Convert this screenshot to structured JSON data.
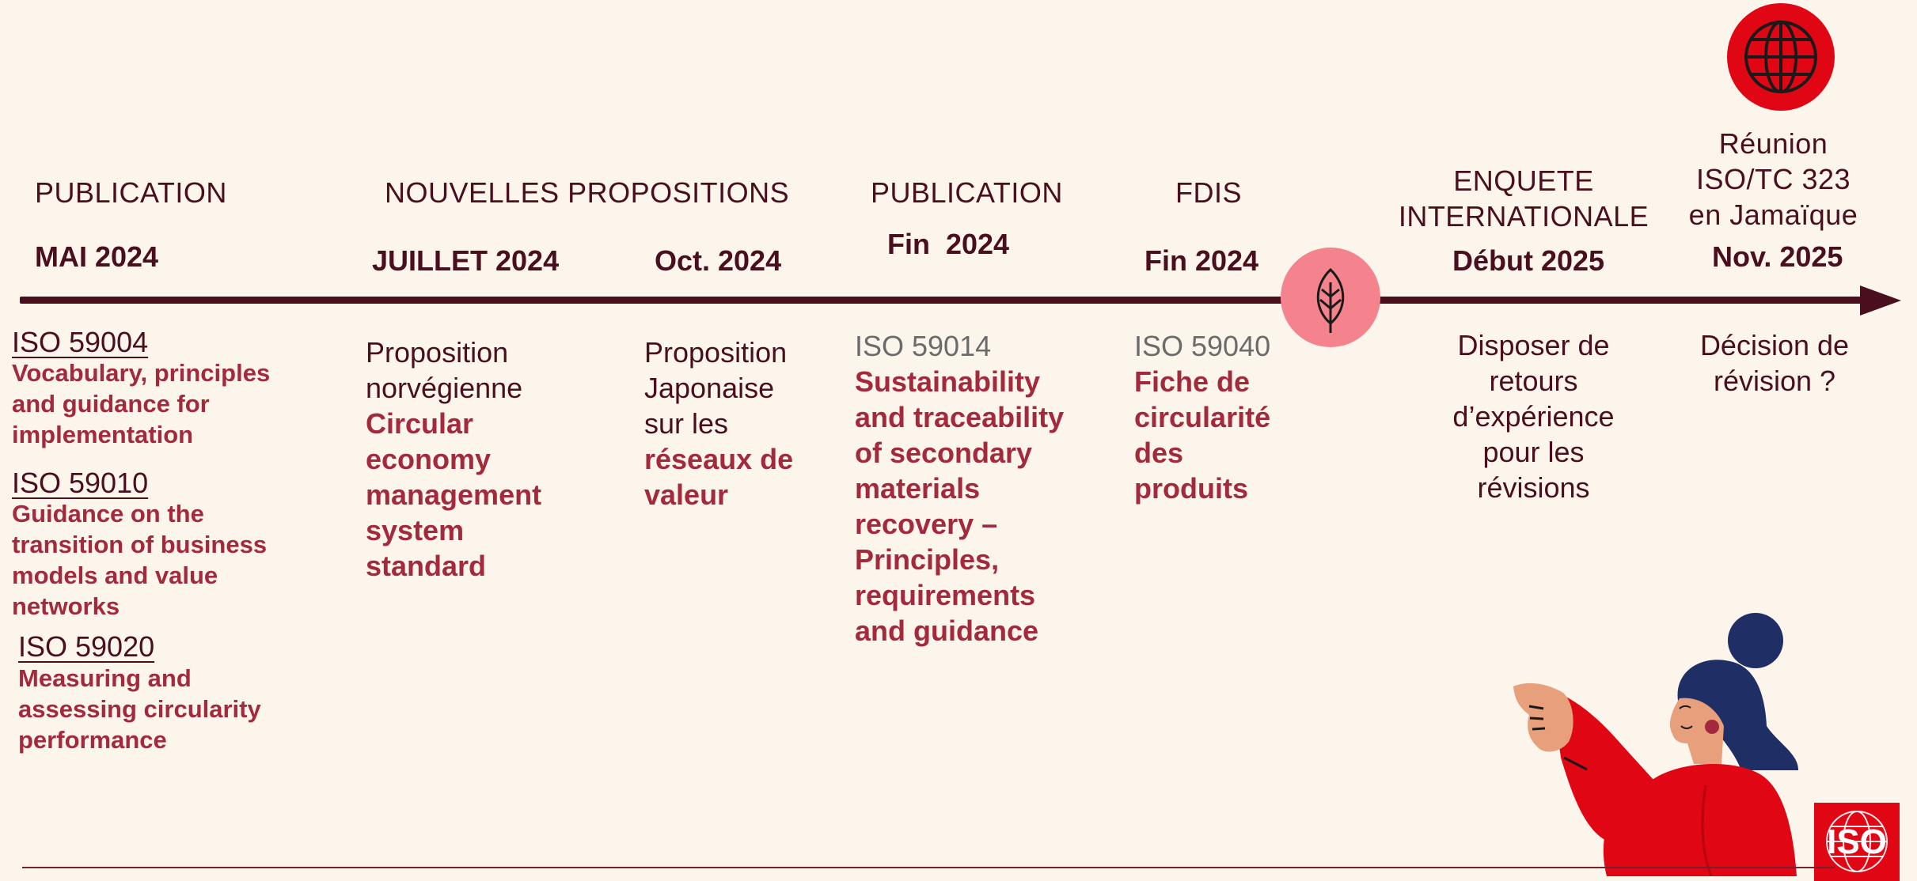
{
  "columns": [
    {
      "phase": "PUBLICATION",
      "date": "MAI 2024",
      "standards": [
        {
          "code": "ISO 59004",
          "title": "Vocabulary, principles and guidance for implementation"
        },
        {
          "code": "ISO 59010",
          "title": "Guidance on the transition of business models and value networks"
        },
        {
          "code": "ISO 59020",
          "title": "Measuring and assessing circularity performance"
        }
      ]
    },
    {
      "phase": "NOUVELLES PROPOSITIONS",
      "proposals": [
        {
          "date": "JUILLET 2024",
          "intro": "Proposition norvégienne",
          "title": "Circular economy management system standard"
        },
        {
          "date": "Oct. 2024",
          "intro": "Proposition Japonaise sur les",
          "title": "réseaux de valeur"
        }
      ]
    },
    {
      "phase": "PUBLICATION",
      "date": "Fin  2024",
      "code": "ISO 59014",
      "title": "Sustainability and traceability of secondary materials recovery – Principles, requirements and guidance"
    },
    {
      "phase": "FDIS",
      "date": "Fin 2024",
      "code": "ISO 59040",
      "title": "Fiche de circularité des produits"
    },
    {
      "phase": "ENQUETE INTERNATIONALE",
      "date": "Début 2025",
      "text": "Disposer de retours d’expérience pour les révisions"
    },
    {
      "phase": "Réunion ISO/TC 323 en Jamaïque",
      "date": "Nov. 2025",
      "text": "Décision de révision ?"
    }
  ],
  "icons": {
    "leaf": "leaf-icon",
    "globe": "globe-icon",
    "logo": "ISO"
  },
  "colors": {
    "background": "#fcf5ec",
    "dark": "#4a0f1f",
    "accent": "#a32a3c",
    "red": "#e10614",
    "pink": "#f5838e"
  }
}
